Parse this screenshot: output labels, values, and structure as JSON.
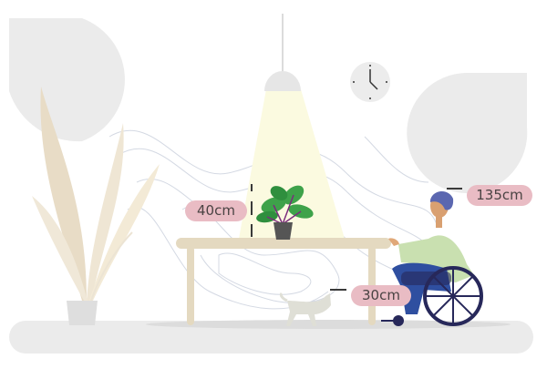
{
  "measurements": {
    "plant_clearance": "40cm",
    "eye_height": "135cm",
    "knee_clearance": "30cm"
  },
  "colors": {
    "label_bg": "#e9bcc4",
    "label_text": "#4a4343",
    "table": "#e4d9c0",
    "shirt": "#c9e0b0",
    "pants": "#2f4fa0",
    "wheelchair": "#27285a",
    "light": "#fbfae0"
  }
}
